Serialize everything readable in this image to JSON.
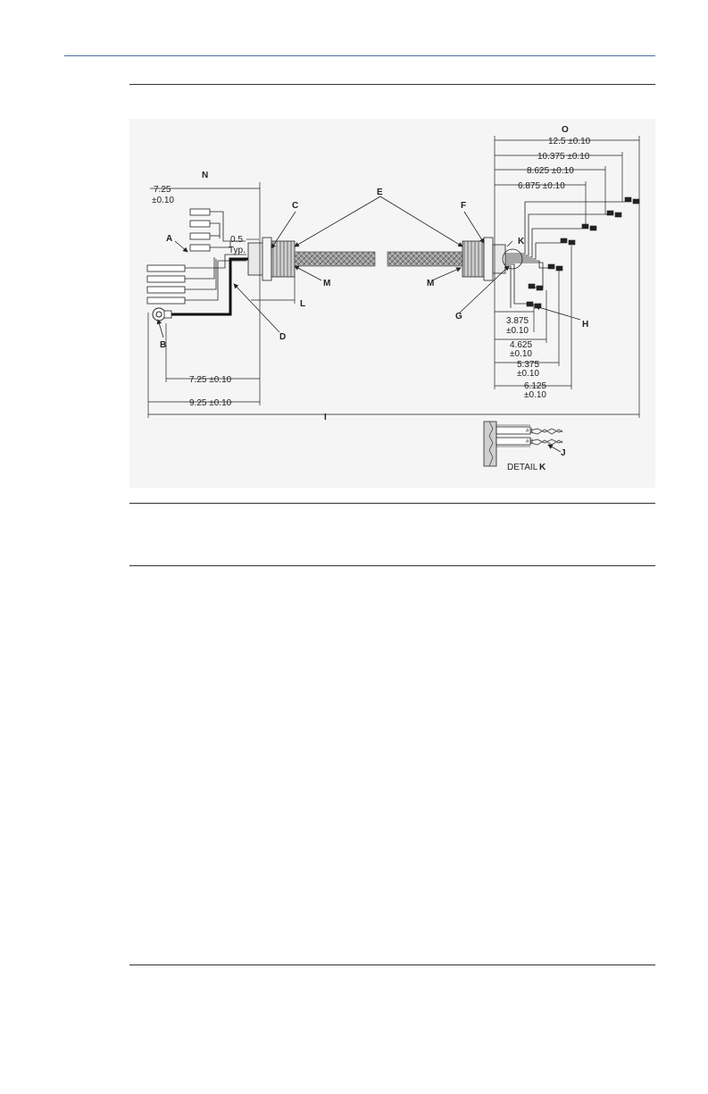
{
  "callouts": {
    "A": "A",
    "B": "B",
    "C": "C",
    "D": "D",
    "E": "E",
    "F": "F",
    "G": "G",
    "H": "H",
    "I": "I",
    "J": "J",
    "K": "K",
    "L": "L",
    "M": "M",
    "N": "N",
    "O": "O"
  },
  "dimensions": {
    "left_725_a": "7.25",
    "left_725_b": "±0.10",
    "typ_a": "0.5",
    "typ_b": "Typ.",
    "b_dim": "7.25 ±0.10",
    "i_dim": "9.25 ±0.10",
    "o_125": "12.5 ±0.10",
    "o_10375": "10.375 ±0.10",
    "o_8625": "8.625 ±0.10",
    "o_6875": "6.875 ±0.10",
    "h_3875_a": "3.875",
    "h_3875_b": "±0.10",
    "h_4625_a": "4.625",
    "h_4625_b": "±0.10",
    "h_5375_a": "5.375",
    "h_5375_b": "±0.10",
    "h_6125_a": "6.125",
    "h_6125_b": "±0.10"
  },
  "detail": {
    "wire1": "# 1",
    "wire2": "# 2",
    "label": "DETAIL",
    "label_letter": "K"
  }
}
